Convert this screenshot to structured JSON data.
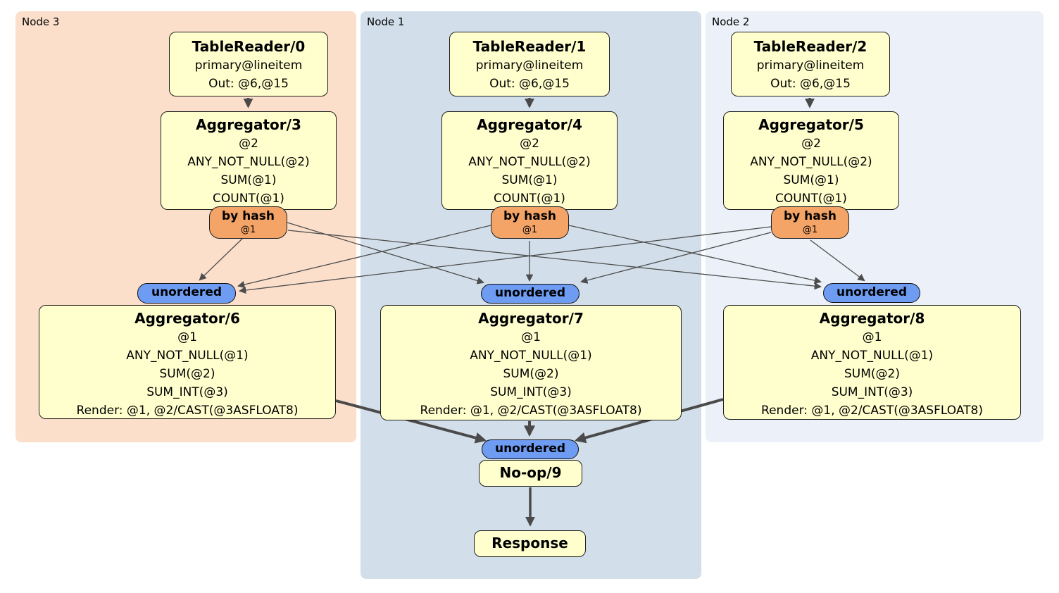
{
  "regions": {
    "node3": {
      "label": "Node 3",
      "color": "#fbdfcb"
    },
    "node1": {
      "label": "Node 1",
      "color": "#d2dfea"
    },
    "node2": {
      "label": "Node 2",
      "color": "#ecf0f8"
    }
  },
  "boxes": {
    "tr0": {
      "title": "TableReader/0",
      "lines": [
        "primary@lineitem",
        "Out: @6,@15"
      ]
    },
    "tr1": {
      "title": "TableReader/1",
      "lines": [
        "primary@lineitem",
        "Out: @6,@15"
      ]
    },
    "tr2": {
      "title": "TableReader/2",
      "lines": [
        "primary@lineitem",
        "Out: @6,@15"
      ]
    },
    "agg3": {
      "title": "Aggregator/3",
      "lines": [
        "@2",
        "ANY_NOT_NULL(@2)",
        "SUM(@1)",
        "COUNT(@1)"
      ]
    },
    "agg4": {
      "title": "Aggregator/4",
      "lines": [
        "@2",
        "ANY_NOT_NULL(@2)",
        "SUM(@1)",
        "COUNT(@1)"
      ]
    },
    "agg5": {
      "title": "Aggregator/5",
      "lines": [
        "@2",
        "ANY_NOT_NULL(@2)",
        "SUM(@1)",
        "COUNT(@1)"
      ]
    },
    "agg6": {
      "title": "Aggregator/6",
      "lines": [
        "@1",
        "ANY_NOT_NULL(@1)",
        "SUM(@2)",
        "SUM_INT(@3)",
        "Render: @1, @2/CAST(@3ASFLOAT8)"
      ]
    },
    "agg7": {
      "title": "Aggregator/7",
      "lines": [
        "@1",
        "ANY_NOT_NULL(@1)",
        "SUM(@2)",
        "SUM_INT(@3)",
        "Render: @1, @2/CAST(@3ASFLOAT8)"
      ]
    },
    "agg8": {
      "title": "Aggregator/8",
      "lines": [
        "@1",
        "ANY_NOT_NULL(@1)",
        "SUM(@2)",
        "SUM_INT(@3)",
        "Render: @1, @2/CAST(@3ASFLOAT8)"
      ]
    },
    "noop": {
      "title": "No-op/9"
    },
    "response": {
      "title": "Response"
    }
  },
  "badges": {
    "by_hash": {
      "label": "by hash",
      "sub": "@1"
    },
    "unordered": {
      "label": "unordered"
    }
  },
  "colors": {
    "processor_fill": "#ffffce",
    "hash_router_fill": "#f4a467",
    "stream_fill": "#6d9cf2",
    "edge": "#4a4a4a"
  }
}
